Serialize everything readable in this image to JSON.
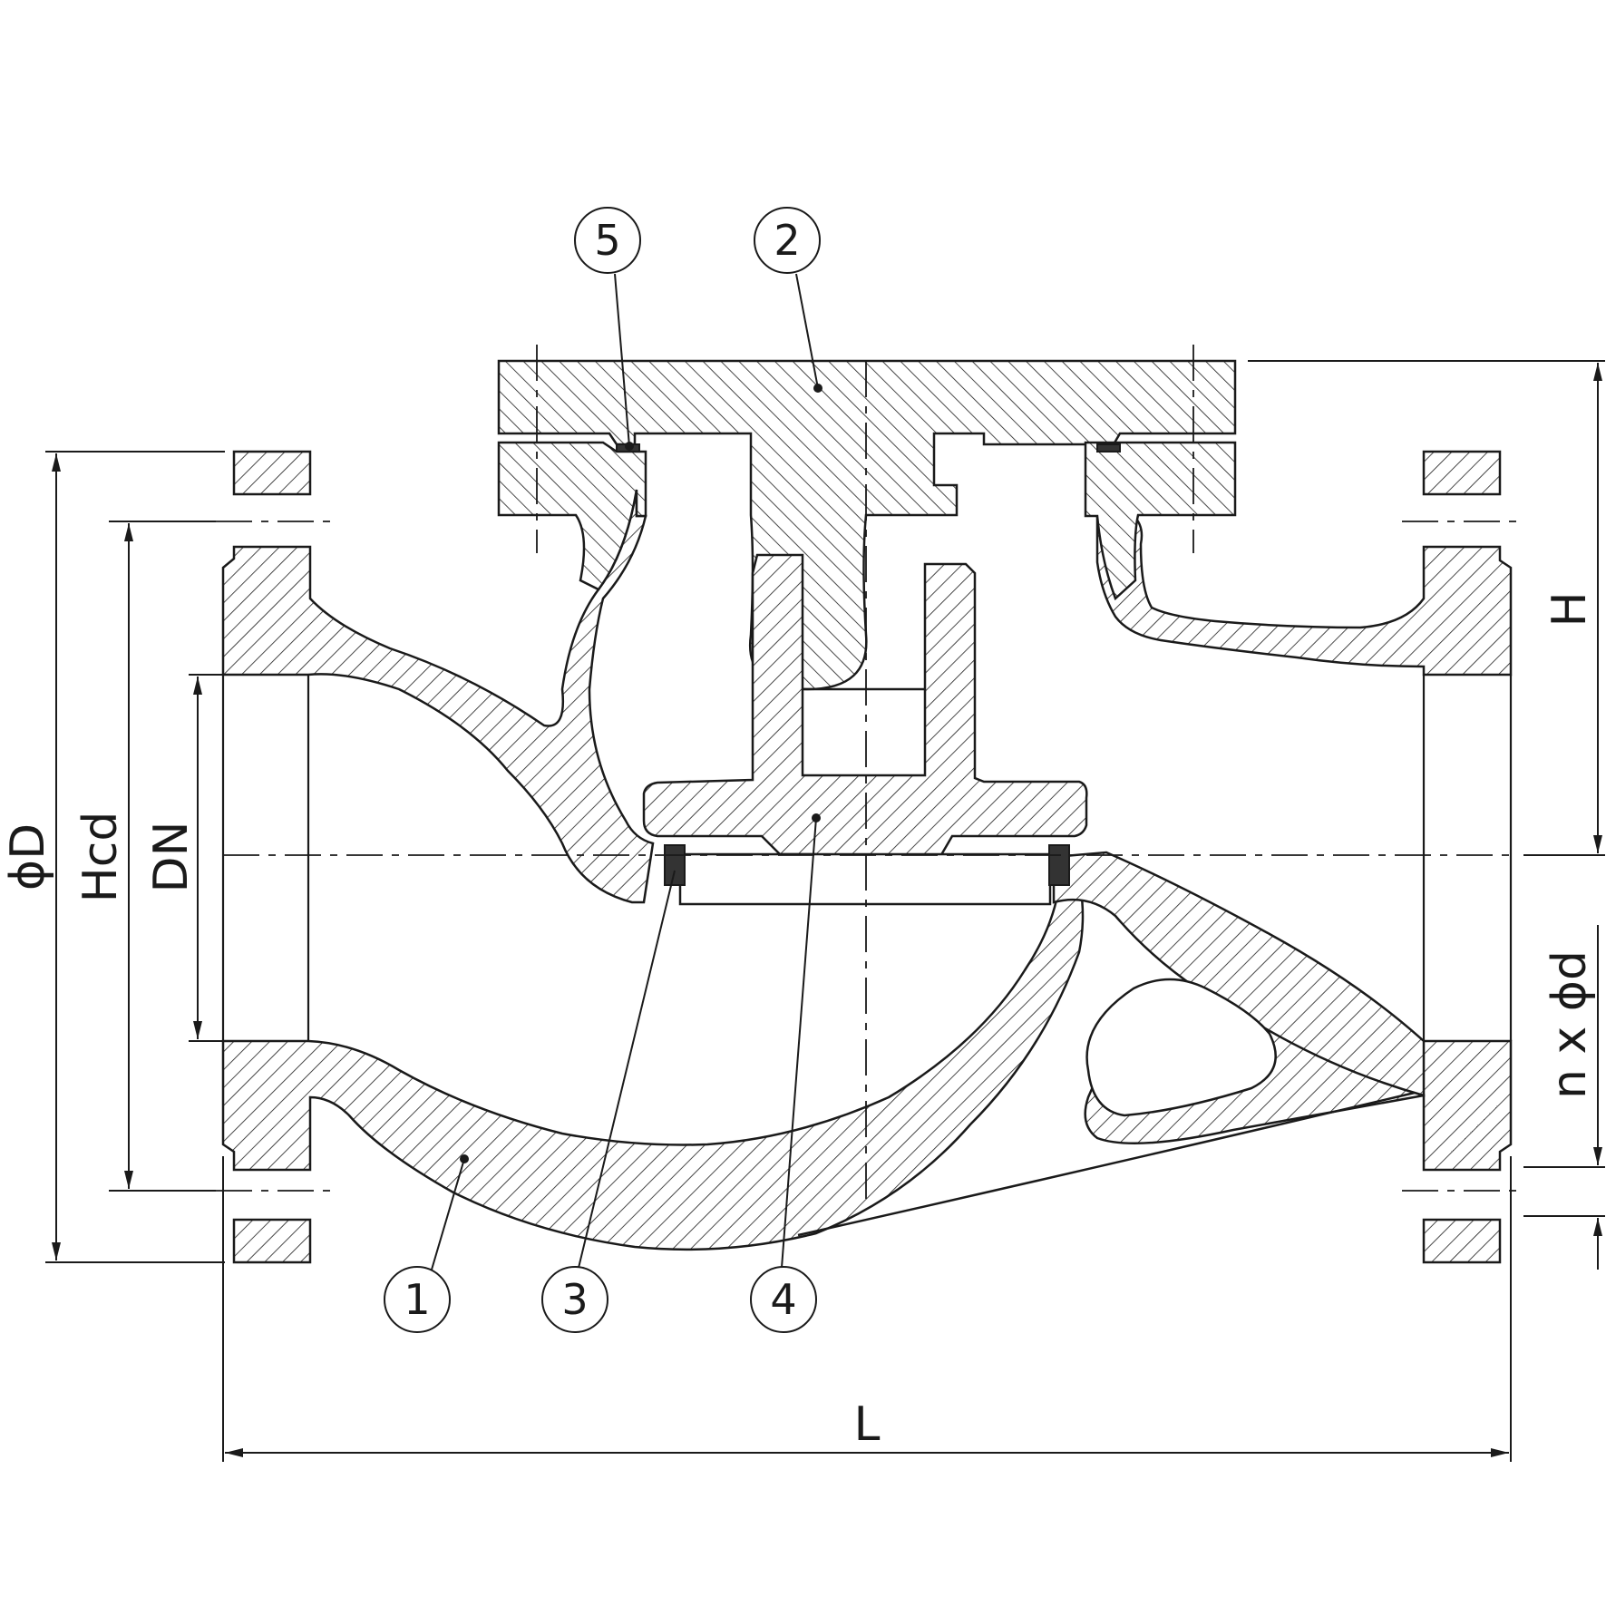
{
  "colors": {
    "line": "#1a1a1a",
    "hatch": "#1a1a1a",
    "background": "#ffffff",
    "seal": "#333333"
  },
  "dimensions": {
    "phi_d": "ϕD",
    "hcd": "Hcd",
    "dn": "DN",
    "h": "H",
    "n_phi_d": "n x ϕd",
    "l": "L"
  },
  "balloons": {
    "b1": "1",
    "b2": "2",
    "b3": "3",
    "b4": "4",
    "b5": "5"
  }
}
